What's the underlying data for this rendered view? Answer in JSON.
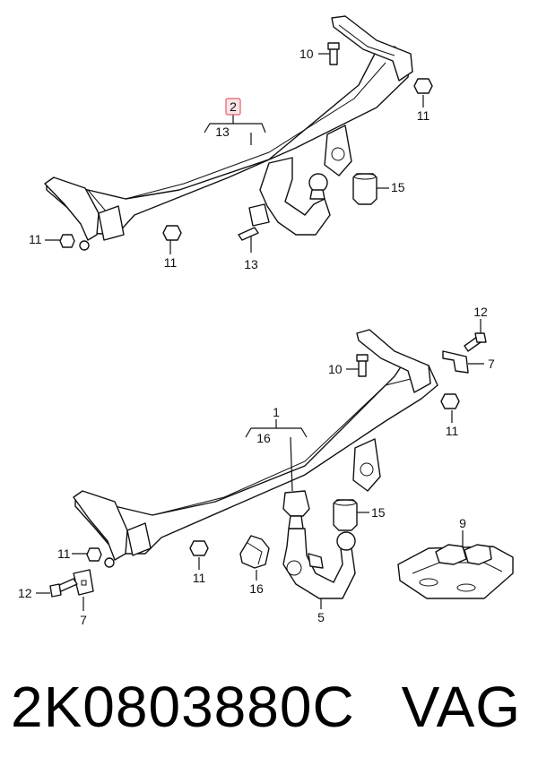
{
  "upper": {
    "highlighted_ref": "2",
    "labels": {
      "l13_bracket": "13",
      "l15": "15",
      "l10": "10",
      "l11_right": "11",
      "l11_left": "11",
      "l11_center": "11",
      "l13_bottom": "13"
    }
  },
  "lower": {
    "labels": {
      "l1": "1",
      "l16_bracket": "16",
      "l12_top": "12",
      "l7_right": "7",
      "l10": "10",
      "l11_right": "11",
      "l15": "15",
      "l9": "9",
      "l11_left": "11",
      "l11_center": "11",
      "l12_left": "12",
      "l7_left": "7",
      "l16": "16",
      "l5": "5"
    }
  },
  "caption": {
    "part_number": "2K0803880C",
    "brand": "VAG"
  },
  "colors": {
    "highlight_border": "#e06070",
    "highlight_fill": "#fbe4e6"
  }
}
